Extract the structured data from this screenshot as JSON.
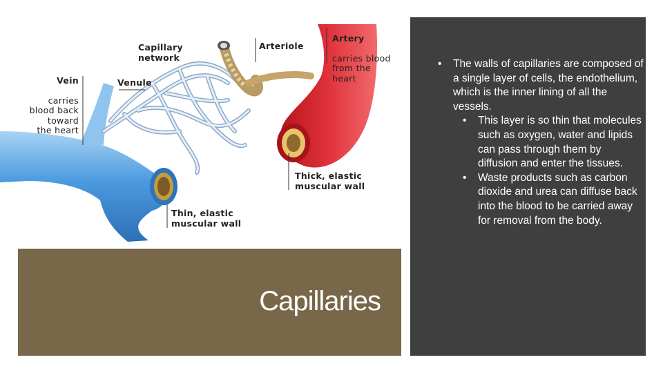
{
  "labels": {
    "capillary_network": "Capillary\nnetwork",
    "arteriole": "Arteriole",
    "artery_title": "Artery",
    "artery_desc": "carries blood\nfrom the\nheart",
    "vein_title": "Vein",
    "vein_desc": "carries\nblood back\ntoward\nthe heart",
    "venule": "Venule",
    "artery_wall": "Thick, elastic\nmuscular wall",
    "vein_wall": "Thin, elastic\nmuscular wall"
  },
  "title": "Capillaries",
  "bullets": {
    "main": "The walls of capillaries are composed of a single layer of cells, the endothelium, which is the inner lining of all the vessels.",
    "sub": [
      "This layer is so thin that molecules such as oxygen, water and lipids can pass through them by diffusion and enter the tissues.",
      "Waste products such as carbon dioxide and urea can diffuse back into the blood to be carried away for removal from the body."
    ]
  },
  "colors": {
    "title_box": "#786748",
    "panel": "#3f3f3f",
    "artery": "#d4232b",
    "vein": "#3f8fd4"
  }
}
